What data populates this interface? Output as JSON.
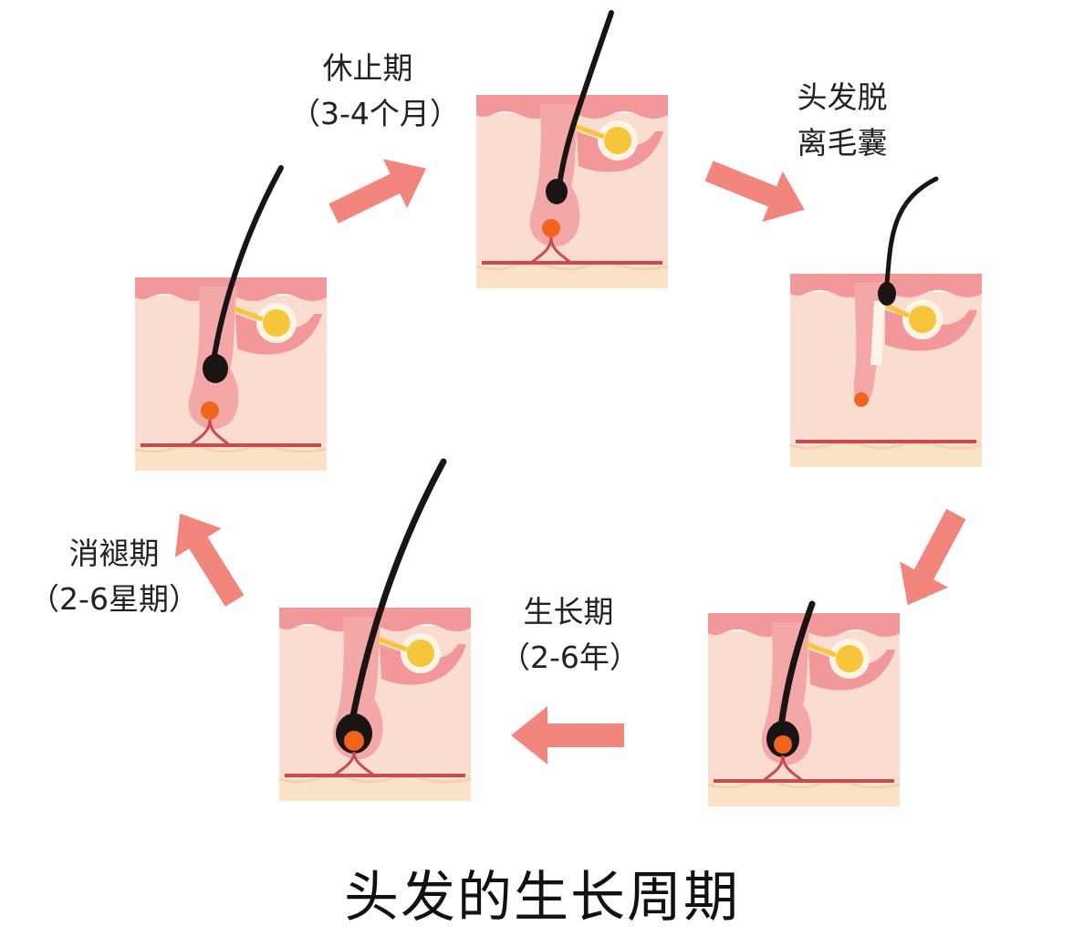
{
  "title": "头发的生长周期",
  "stages": {
    "resting": {
      "name": "休止期",
      "duration": "（3-4个月）"
    },
    "shedding": {
      "line1": "头发脱",
      "line2": "离毛囊"
    },
    "growth": {
      "name": "生长期",
      "duration": "（2-6年）"
    },
    "regression": {
      "name": "消褪期",
      "duration": "（2-6星期）"
    }
  },
  "colors": {
    "skin_top": "#f2989a",
    "dermis": "#fbdcd0",
    "bulb": "#f4a7a7",
    "subcutis": "#fbe3c8",
    "vessel": "#c94a4f",
    "gland_fill": "#f7c53a",
    "gland_ring": "#fff4e6",
    "papilla": "#f0641e",
    "hair": "#1a1414",
    "arrow": "#f2867c"
  },
  "icons": [
    "arrow-right-icon",
    "arrow-down-icon",
    "arrow-left-icon",
    "arrow-up-icon"
  ]
}
